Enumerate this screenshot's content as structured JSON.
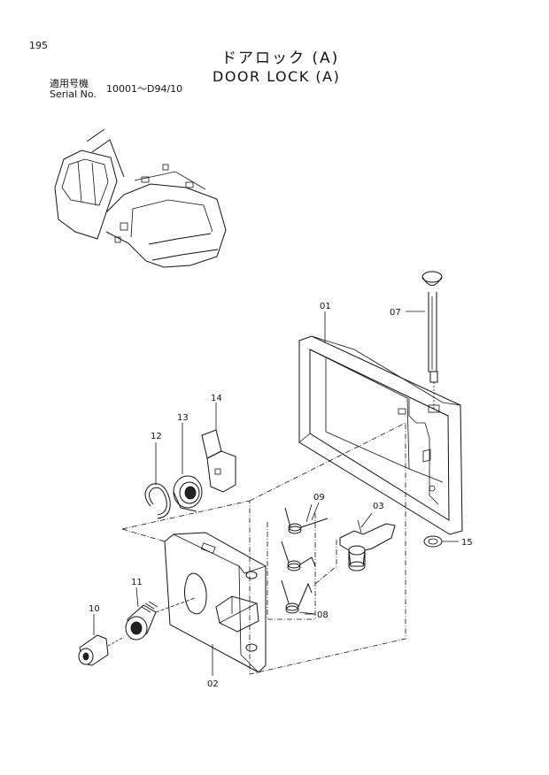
{
  "page_number": "195",
  "title_jp": "ドアロック (A)",
  "title_en": "DOOR LOCK (A)",
  "serial_label_jp": "適用号機",
  "serial_label_en": "Serial No.",
  "serial_range": "10001～D94/10",
  "callouts": {
    "p01": "01",
    "p02": "02",
    "p03": "03",
    "p07": "07",
    "p08": "08",
    "p09": "09",
    "p10": "10",
    "p11": "11",
    "p12": "12",
    "p13": "13",
    "p14": "14",
    "p15": "15"
  },
  "icons": {
    "excavator": "excavator-locator-icon"
  }
}
